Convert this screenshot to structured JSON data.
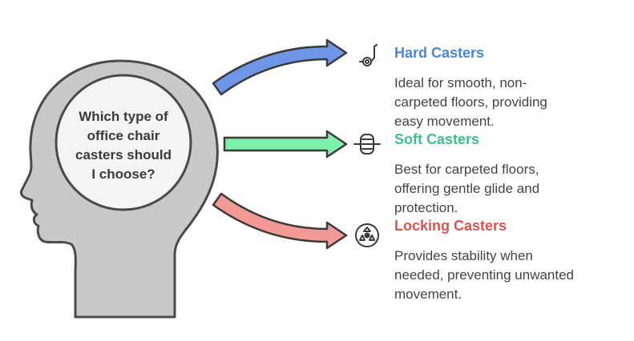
{
  "question": "Which type of\noffice chair\ncasters should\nI choose?",
  "options": [
    {
      "title": "Hard Casters",
      "description": "Ideal for smooth, non-\ncarpeted floors, providing\neasy movement.",
      "color": "#4a86d8",
      "arrow_fill": "#6f96e6",
      "icon": "caster-wheel-icon"
    },
    {
      "title": "Soft Casters",
      "description": "Best for carpeted floors,\noffering gentle glide and\nprotection.",
      "color": "#3fbf88",
      "arrow_fill": "#7ef0ac",
      "icon": "tread-wheel-icon"
    },
    {
      "title": "Locking Casters",
      "description": "Provides stability when\nneeded, preventing unwanted\nmovement.",
      "color": "#d9534f",
      "arrow_fill": "#f49a96",
      "icon": "lock-wheel-icon"
    }
  ],
  "colors": {
    "head_fill": "#c9c9c9",
    "head_stroke": "#4a4a4a",
    "circle_fill": "#f4f4f4"
  }
}
